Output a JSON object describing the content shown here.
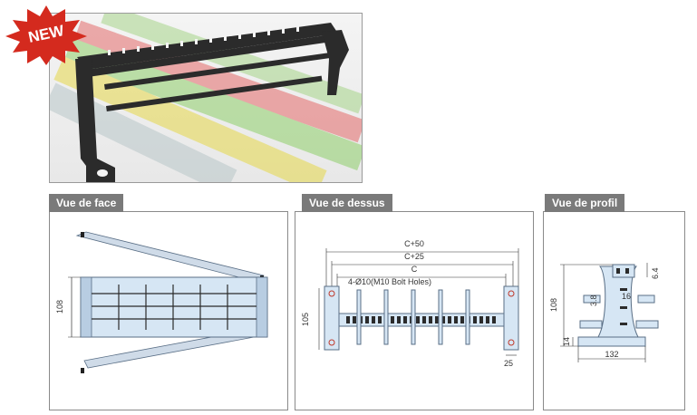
{
  "badge": {
    "label": "NEW"
  },
  "views": {
    "front": {
      "title": "Vue de face",
      "dim_height": "108"
    },
    "top": {
      "title": "Vue de dessus",
      "dim_c50": "C+50",
      "dim_c25": "C+25",
      "dim_c": "C",
      "holes_note": "4-Ø10(M10 Bolt Holes)",
      "dim_height": "105",
      "dim_side": "25"
    },
    "side": {
      "title": "Vue de profil",
      "dim_height": "108",
      "dim_top": "6.4",
      "dim_38": "3.8",
      "dim_16": "16",
      "dim_base": "14",
      "dim_width": "132"
    }
  },
  "colors": {
    "tab_bg": "#7a7a7a",
    "part_fill": "#d6e6f4",
    "part_stroke": "#5a6f86",
    "bolt_red": "#c0392b",
    "badge_red": "#d42a1e"
  }
}
